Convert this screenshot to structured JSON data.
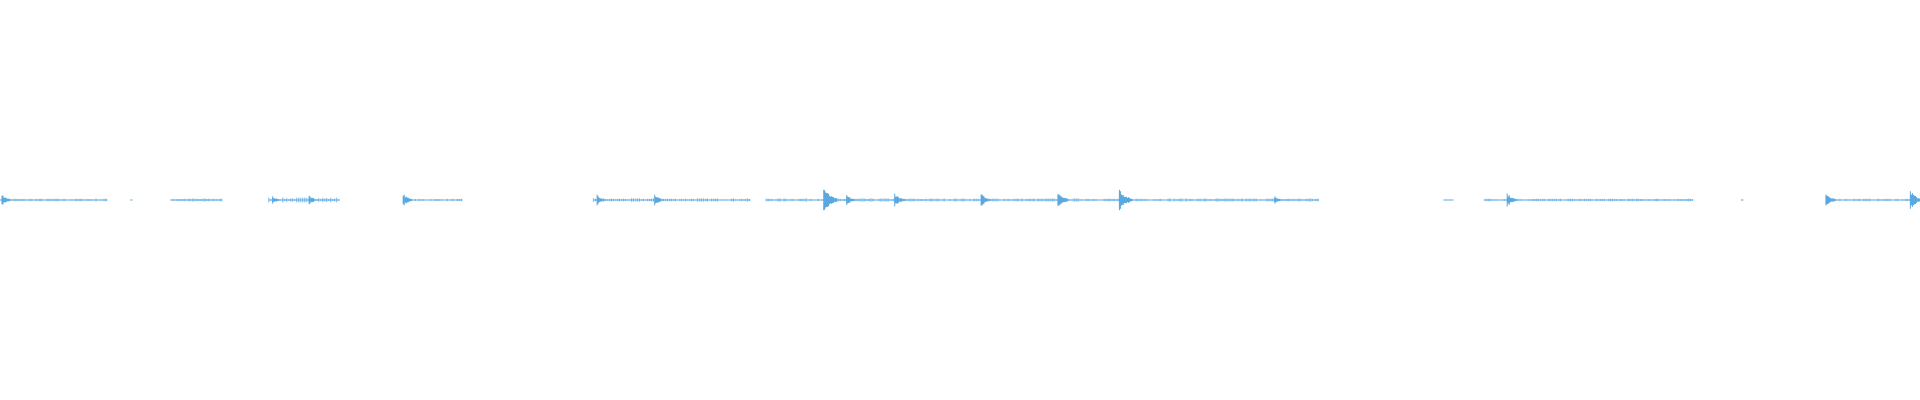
{
  "waveform": {
    "color": "#5aa8e0",
    "background": "#ffffff",
    "segments": [
      {
        "start": 0.0,
        "end": 0.056,
        "level": 0.1
      },
      {
        "start": 0.068,
        "end": 0.069,
        "level": 0.05
      },
      {
        "start": 0.089,
        "end": 0.116,
        "level": 0.12
      },
      {
        "start": 0.14,
        "end": 0.177,
        "level": 0.18
      },
      {
        "start": 0.21,
        "end": 0.241,
        "level": 0.08
      },
      {
        "start": 0.309,
        "end": 0.391,
        "level": 0.12
      },
      {
        "start": 0.399,
        "end": 0.687,
        "level": 0.12
      },
      {
        "start": 0.752,
        "end": 0.757,
        "level": 0.05
      },
      {
        "start": 0.773,
        "end": 0.882,
        "level": 0.1
      },
      {
        "start": 0.907,
        "end": 0.908,
        "level": 0.05
      },
      {
        "start": 0.951,
        "end": 1.0,
        "level": 0.1
      }
    ],
    "bursts": [
      {
        "at": 0.001,
        "amp": 0.45
      },
      {
        "at": 0.142,
        "amp": 0.3
      },
      {
        "at": 0.161,
        "amp": 0.4
      },
      {
        "at": 0.21,
        "amp": 0.5
      },
      {
        "at": 0.311,
        "amp": 0.45
      },
      {
        "at": 0.341,
        "amp": 0.45
      },
      {
        "at": 0.429,
        "amp": 1.0
      },
      {
        "at": 0.441,
        "amp": 0.4
      },
      {
        "at": 0.466,
        "amp": 0.55
      },
      {
        "at": 0.511,
        "amp": 0.5
      },
      {
        "at": 0.551,
        "amp": 0.7
      },
      {
        "at": 0.583,
        "amp": 0.9
      },
      {
        "at": 0.664,
        "amp": 0.3
      },
      {
        "at": 0.785,
        "amp": 0.55
      },
      {
        "at": 0.951,
        "amp": 0.6
      },
      {
        "at": 0.995,
        "amp": 0.75
      }
    ]
  }
}
